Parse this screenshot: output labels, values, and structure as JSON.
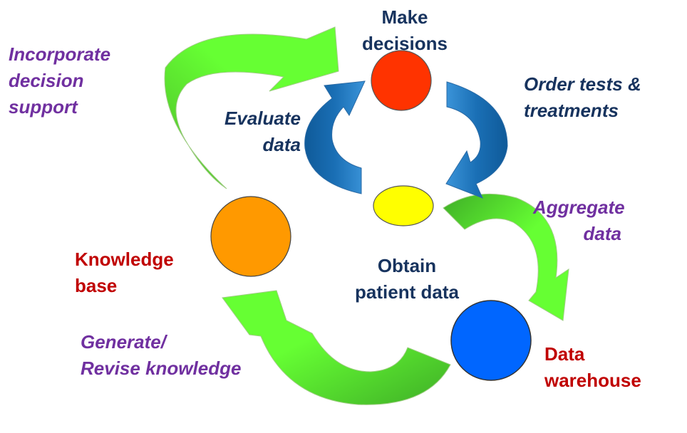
{
  "nodes": {
    "make_decisions": {
      "label": "Make\ndecisions",
      "color": "#ff3300"
    },
    "obtain_patient_data": {
      "label": "Obtain\npatient data",
      "color": "#ffff00"
    },
    "knowledge_base": {
      "label": "Knowledge\nbase",
      "color": "#ff9900"
    },
    "data_warehouse": {
      "label": "Data\nwarehouse",
      "color": "#0066ff"
    }
  },
  "edges": {
    "order_tests": {
      "label": "Order tests &\ntreatments"
    },
    "evaluate_data": {
      "label": "Evaluate\ndata"
    },
    "aggregate_data": {
      "label": "Aggregate\ndata"
    },
    "generate_knowledge": {
      "label": "Generate/\nRevise knowledge"
    },
    "incorporate_support": {
      "label": "Incorporate\ndecision\nsupport"
    }
  },
  "colors": {
    "inner_cycle_arrow": "#1f78c1",
    "outer_cycle_arrow": "#66ff33",
    "outer_cycle_arrow_dark": "#4cb82a",
    "node_label": "#17335e",
    "process_label": "#7030a0",
    "store_label": "#c00000"
  }
}
